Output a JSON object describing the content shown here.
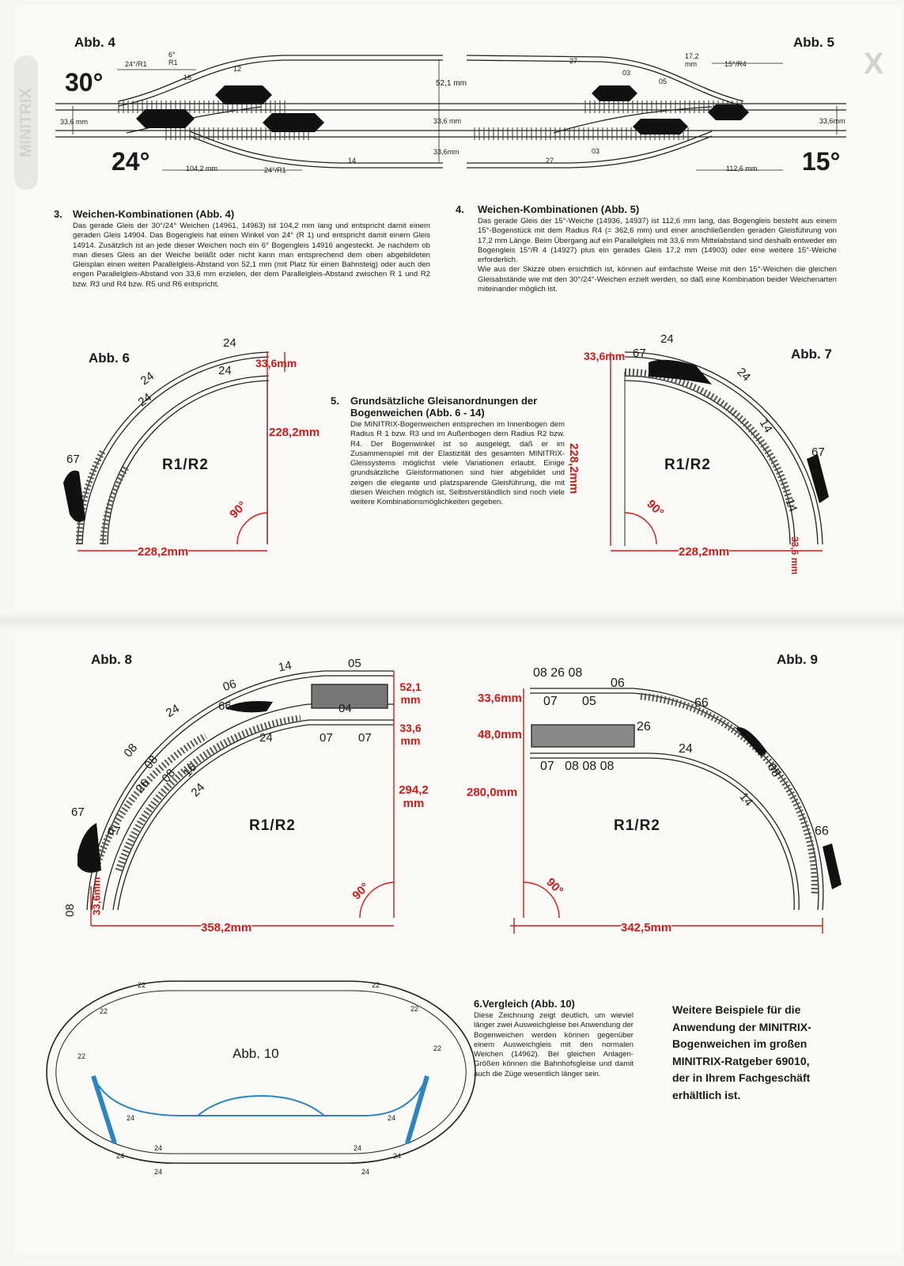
{
  "top_diagram": {
    "abb4": "Abb. 4",
    "abb5": "Abb. 5",
    "angle_30": "30°",
    "angle_24": "24°",
    "angle_15": "15°",
    "r1_top": "24°/R1",
    "r1_bottom": "24°/R1",
    "r4": "15°/R4",
    "six_r1": "6° R1",
    "mm_17_2": "17,2 mm",
    "d52": "52,1 mm",
    "d336_left": "33,6 mm",
    "d336_mid": "33,6 mm",
    "d336_mid2": "33,6mm",
    "d336_right": "33,6mm",
    "d104": "104,2 mm",
    "d112": "112,6 mm",
    "tracks": {
      "t16": "16",
      "t12": "12",
      "t14": "14",
      "t27a": "27",
      "t27b": "27",
      "t03a": "03",
      "t03b": "03",
      "t05": "05"
    }
  },
  "section3": {
    "number": "3.",
    "title": "Weichen-Kombinationen (Abb. 4)",
    "text": "Das gerade Gleis der 30°/24° Weichen (14961, 14963) ist 104,2 mm lang und entspricht damit einem geraden Gleis 14904. Das Bogengleis hat einen Winkel von 24° (R 1) und entspricht damit einem Gleis 14914. Zusätzlich ist an jede dieser Weichen noch ein 6° Bogengleis 14916 angesteckt. Je nachdem ob man dieses Gleis an der Weiche beläßt oder nicht kann man entsprechend dem oben abgebildeten Gleisplan einen weiten Parallelgleis-Abstand von 52,1 mm (mit Platz für einen Bahnsteig) oder auch den engen Parallelgleis-Abstand von 33,6 mm erzielen, der dem Parallelgleis-Abstand zwischen R 1 und R2 bzw. R3 und R4 bzw. R5 und R6 entspricht."
  },
  "section4": {
    "number": "4.",
    "title": "Weichen-Kombinationen (Abb. 5)",
    "text": "Das gerade Gleis der 15°-Weiche (14936, 14937) ist 112,6 mm lang, das Bogengleis besteht aus einem 15°-Bogenstück mit dem Radius R4 (= 362,6 mm) und einer anschließenden geraden Gleisführung von 17,2 mm Länge. Beim Übergang auf ein Parallelgleis mit 33,6 mm Mittelabstand sind deshalb entweder ein Bogengleis 15°/R 4 (14927) plus ein gerades Gleis 17,2 mm (14903) oder eine weitere 15°-Weiche erforderlich.",
    "text2": "Wie aus der Skizze oben ersichtlich ist, können auf einfachste Weise mit den 15°-Weichen die gleichen Gleisabstände wie mit den 30°/24°-Weichen erzielt werden, so daß eine Kombination beider Weichenarten miteinander möglich ist."
  },
  "abb6": {
    "title": "Abb. 6",
    "label": "R1/R2",
    "d_height": "228,2mm",
    "d_width": "228,2mm",
    "d_gap": "33,6mm",
    "angle": "90°",
    "t1": "24",
    "t2": "24",
    "t3": "24",
    "t4": "24",
    "t67": "67"
  },
  "section5": {
    "number": "5.",
    "title": "Grundsätzliche Gleisanordnungen der Bogenweichen (Abb. 6 - 14)",
    "text": "Die MINITRIX-Bogenweichen entsprechen im Innenbogen dem Radius R 1 bzw. R3 und im Außenbogen dem Radius R2 bzw. R4. Der Bogenwinkel ist so ausgelegt, daß er im Zusammenspiel mit der Elastizität des gesamten MINITRIX-Gleissystems möglichst viele Variationen erlaubt. Einige grundsätzliche Gleisformationen sind hier abgebildet und zeigen die elegante und platzsparende Gleisführung, die mit diesen Weichen möglich ist. Selbstverständlich sind noch viele weitere Kombinationsmöglichkeiten gegeben."
  },
  "abb7": {
    "title": "Abb. 7",
    "label": "R1/R2",
    "d_height": "228,2mm",
    "d_width": "228,2mm",
    "d_gap_top": "33,6mm",
    "d_gap_right": "33,6 mm",
    "angle": "90°",
    "t1": "24",
    "t2": "24",
    "t3": "14",
    "t4": "14",
    "t67a": "67",
    "t67b": "67"
  },
  "abb8": {
    "title": "Abb. 8",
    "label": "R1/R2",
    "d_52": "52,1 mm",
    "d_336": "33,6 mm",
    "d_294": "294,2 mm",
    "d_358": "358,2mm",
    "d_336_left": "33,6mm",
    "angle": "90°",
    "t05": "05",
    "t14": "14",
    "t06": "06",
    "t04": "04",
    "t66": "66",
    "t24a": "24",
    "t24b": "24",
    "t24c": "24",
    "t07a": "07",
    "t07b": "07",
    "t08a": "08",
    "t08b": "08",
    "t08c": "08",
    "t26": "26",
    "t16": "16",
    "t67a": "67",
    "t67b": "67",
    "t08d": "08"
  },
  "abb9": {
    "title": "Abb. 9",
    "label": "R1/R2",
    "d_336": "33,6mm",
    "d_480": "48,0mm",
    "d_280": "280,0mm",
    "d_342": "342,5mm",
    "angle": "90°",
    "top_nums": "08 26 08",
    "t06": "06",
    "t07a": "07",
    "t05": "05",
    "t66a": "66",
    "t26": "26",
    "t24": "24",
    "bottom_nums": "07   08 08 08",
    "t08": "08",
    "t14": "14",
    "t66b": "66"
  },
  "abb10": {
    "title": "Abb. 10",
    "n22": "22",
    "n24": "24"
  },
  "section6": {
    "title": "6.Vergleich (Abb. 10)",
    "text": "Diese Zeichnung zeigt deutlich, um wieviel länger zwei Ausweichgleise bei Anwendung der Bogenweichen werden können gegenüber einem Ausweichgleis mit den normalen Weichen (14962). Bei gleichen Anlagen-Größen können die Bahnhofsgleise und damit auch die Züge wesentlich länger sein."
  },
  "closing": {
    "l1": "Weitere Beispiele für die",
    "l2": "Anwendung der MINITRIX-",
    "l3": "Bogenweichen im großen",
    "l4": "MINITRIX-Ratgeber 69010,",
    "l5": "der in Ihrem Fachgeschäft",
    "l6": "erhältlich ist."
  },
  "colors": {
    "red": "#d01a1a",
    "blue": "#2a86c0",
    "ink": "#1a1a1a"
  }
}
